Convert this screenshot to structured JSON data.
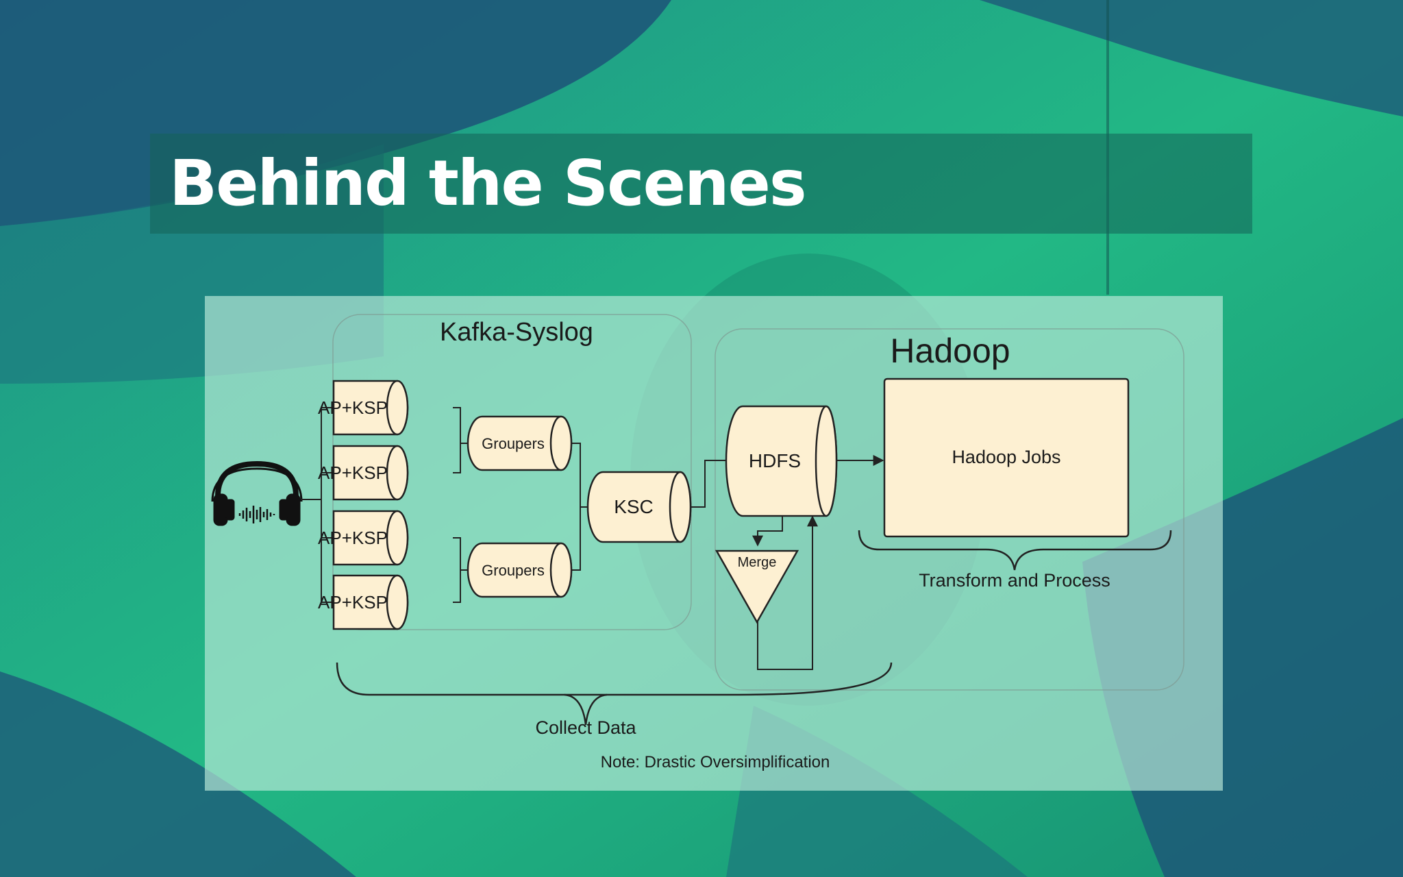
{
  "slide": {
    "title": "Behind the Scenes"
  },
  "diagram": {
    "groups": {
      "kafka_syslog": "Kafka-Syslog",
      "hadoop": "Hadoop"
    },
    "nodes": {
      "ap_ksp": [
        "AP+KSP",
        "AP+KSP",
        "AP+KSP",
        "AP+KSP"
      ],
      "groupers": [
        "Groupers",
        "Groupers"
      ],
      "ksc": "KSC",
      "hdfs": "HDFS",
      "merge": "Merge",
      "hadoop_jobs": "Hadoop Jobs"
    },
    "braces": {
      "transform": "Transform and Process",
      "collect": "Collect Data"
    },
    "note": "Note: Drastic Oversimplification",
    "icons": {
      "source": "headphones-icon"
    }
  },
  "colors": {
    "node_fill": "#fdf0d2",
    "background_green": "#1f9f7b",
    "background_navy": "#1d5478"
  }
}
